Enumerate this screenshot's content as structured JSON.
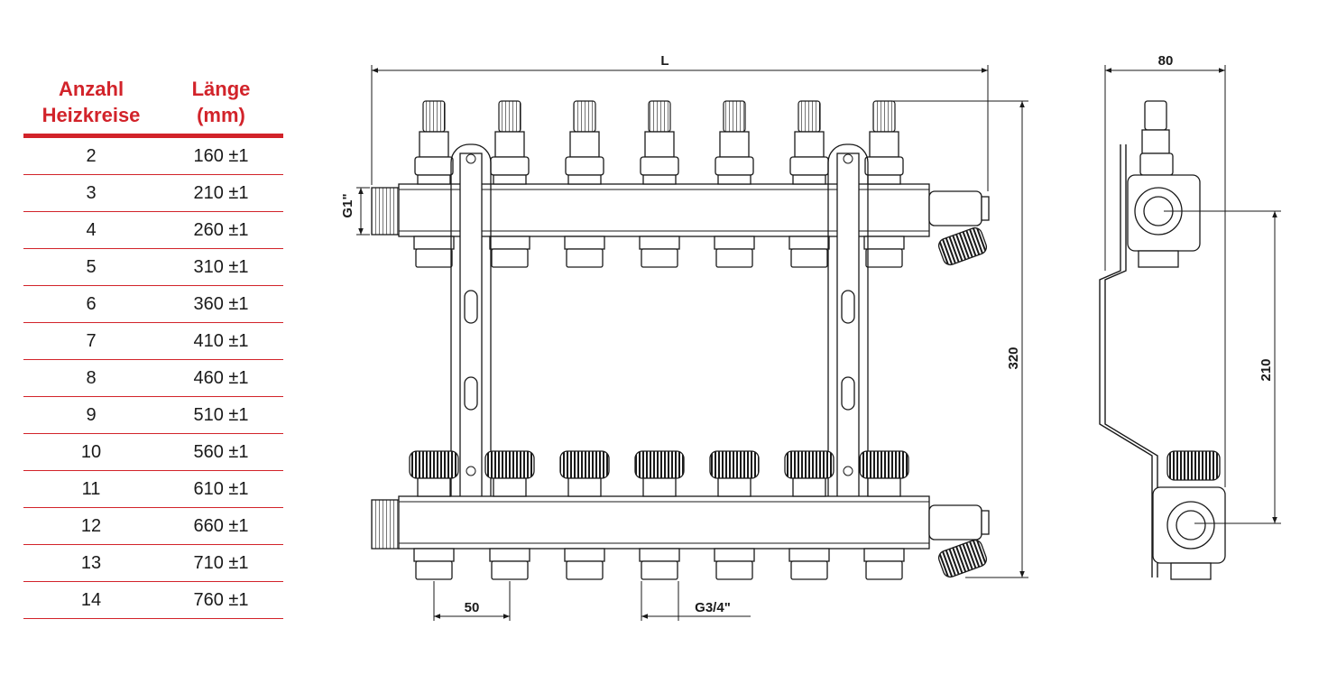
{
  "table": {
    "header_count": "Anzahl Heizkreise",
    "header_count_line1": "Anzahl",
    "header_count_line2": "Heizkreise",
    "header_length_line1": "Länge",
    "header_length_line2": "(mm)",
    "accent_color": "#d2232a",
    "rows": [
      {
        "count": "2",
        "length": "160 ±1"
      },
      {
        "count": "3",
        "length": "210 ±1"
      },
      {
        "count": "4",
        "length": "260 ±1"
      },
      {
        "count": "5",
        "length": "310 ±1"
      },
      {
        "count": "6",
        "length": "360 ±1"
      },
      {
        "count": "7",
        "length": "410 ±1"
      },
      {
        "count": "8",
        "length": "460 ±1"
      },
      {
        "count": "9",
        "length": "510 ±1"
      },
      {
        "count": "10",
        "length": "560 ±1"
      },
      {
        "count": "11",
        "length": "610 ±1"
      },
      {
        "count": "12",
        "length": "660 ±1"
      },
      {
        "count": "13",
        "length": "710 ±1"
      },
      {
        "count": "14",
        "length": "760 ±1"
      }
    ]
  },
  "drawing": {
    "dim_length": "L",
    "dim_inlet_thread": "G1\"",
    "dim_height": "320",
    "dim_spacing": "50",
    "dim_outlet_thread": "G3/4\"",
    "dim_depth": "80",
    "dim_rail_distance": "210",
    "circuits": 7
  }
}
